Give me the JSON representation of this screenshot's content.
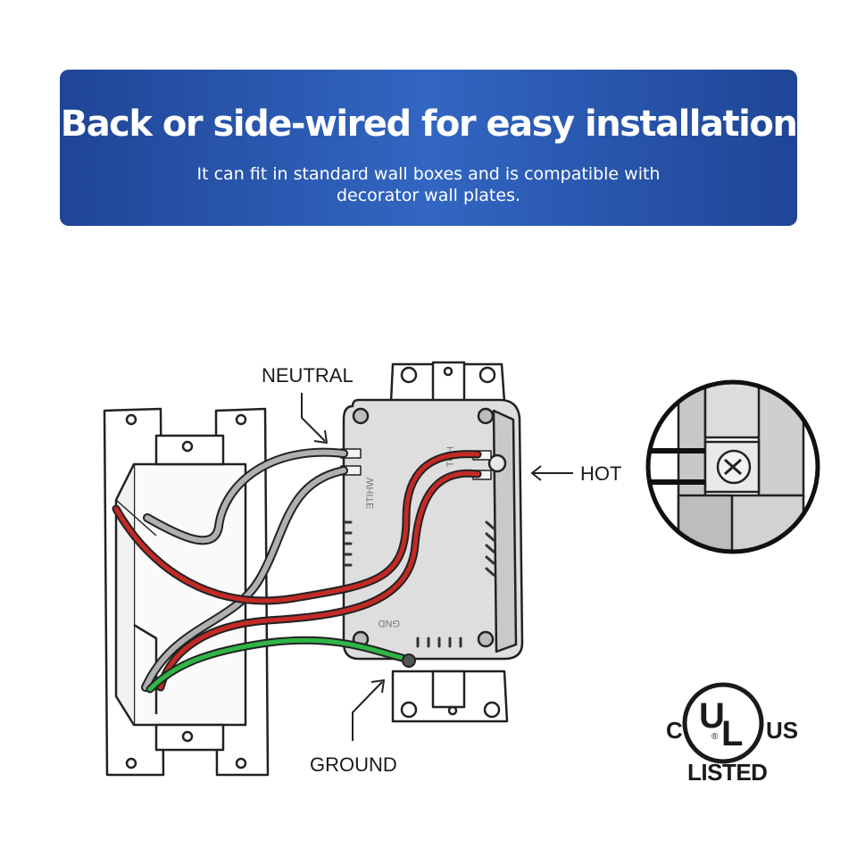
{
  "banner": {
    "title": "Back or side-wired for easy installation",
    "subtitle": "It can fit in standard wall boxes and is compatible with decorator wall plates."
  },
  "labels": {
    "neutral": "NEUTRAL",
    "hot": "HOT",
    "ground": "GROUND"
  },
  "device_markings": {
    "white": "WHITE",
    "hot": "HOT",
    "gnd": "GND"
  },
  "certification": {
    "c": "C",
    "u": "U",
    "l": "L",
    "registered": "®",
    "us": "US",
    "listed": "LISTED"
  },
  "colors": {
    "banner": "#2a5bb5",
    "hot_wire": "#c42a25",
    "neutral_wire": "#a8a8a8",
    "ground_wire": "#2fb546",
    "device_body": "#d9d9d9"
  },
  "icons": [
    "arrow-icon",
    "screw-icon",
    "ul-logo"
  ]
}
